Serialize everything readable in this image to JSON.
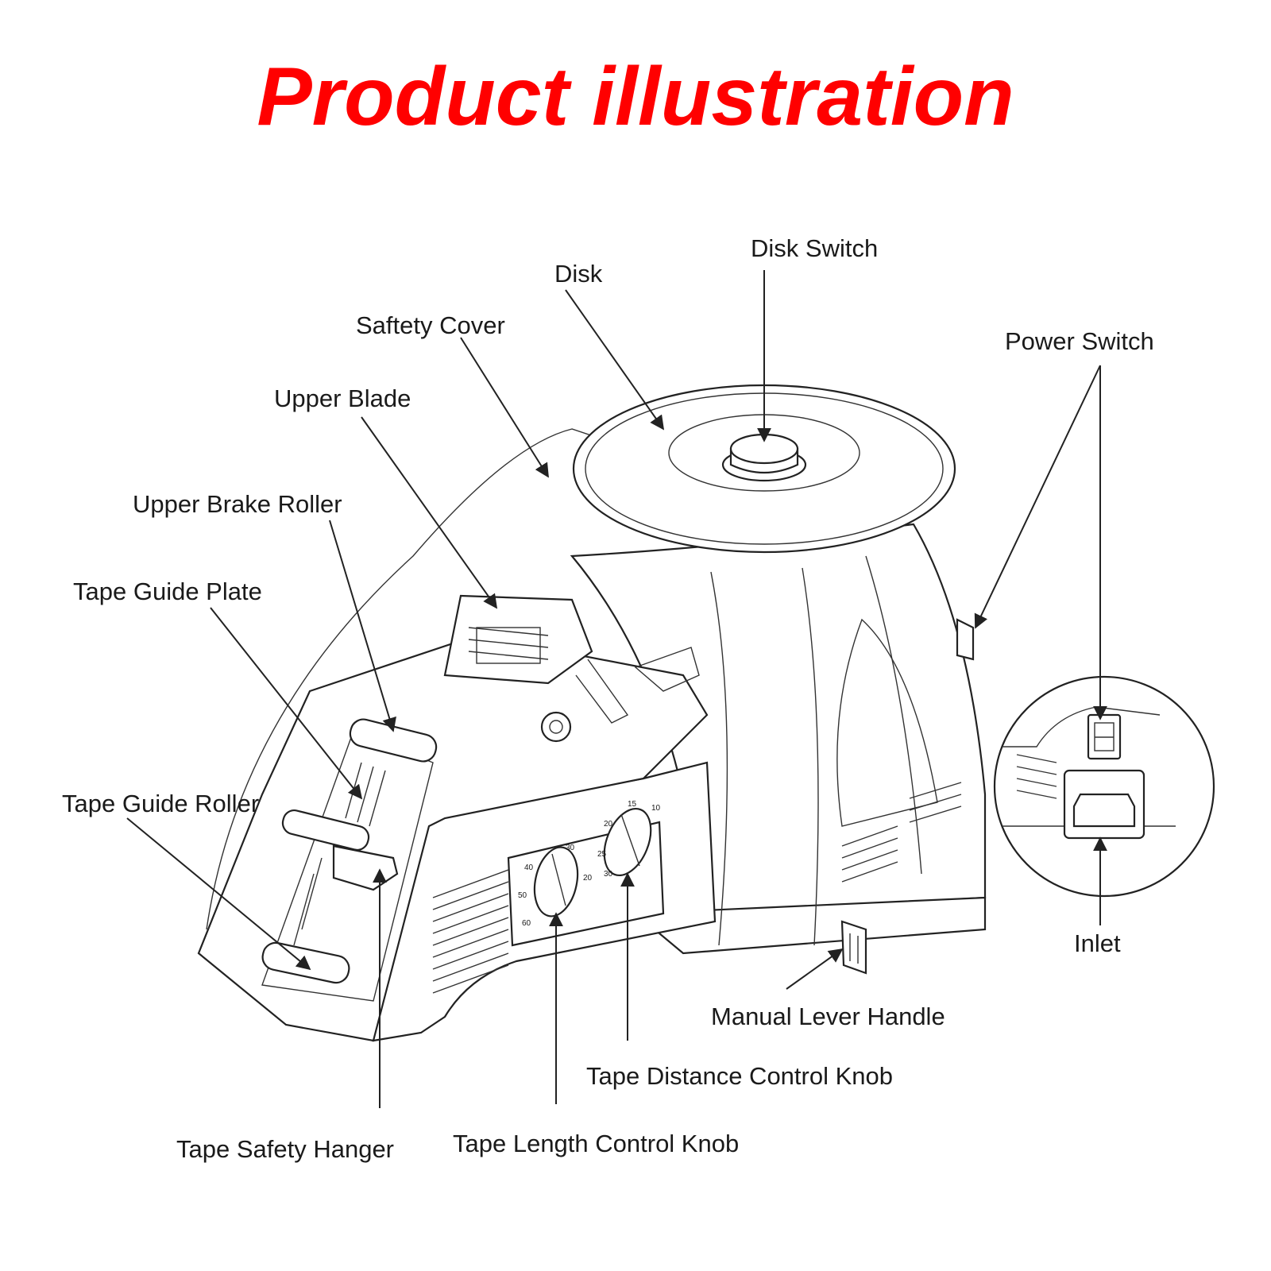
{
  "title": {
    "text": "Product illustration",
    "color": "#ff0000"
  },
  "labels": {
    "disk_switch": "Disk Switch",
    "disk": "Disk",
    "safety_cover": "Saftety Cover",
    "upper_blade": "Upper Blade",
    "power_switch": "Power Switch",
    "upper_brake_roller": "Upper Brake Roller",
    "tape_guide_plate": "Tape Guide Plate",
    "tape_guide_roller": "Tape Guide Roller",
    "inlet": "Inlet",
    "manual_lever_handle": "Manual Lever Handle",
    "tape_distance_control_knob": "Tape Distance Control Knob",
    "tape_safety_hanger": "Tape Safety Hanger",
    "tape_length_control_knob": "Tape Length Control Knob"
  },
  "knob_scales": {
    "length": [
      "60",
      "50",
      "40",
      "30",
      "20"
    ],
    "distance": [
      "30",
      "25",
      "20",
      "15",
      "10"
    ]
  }
}
